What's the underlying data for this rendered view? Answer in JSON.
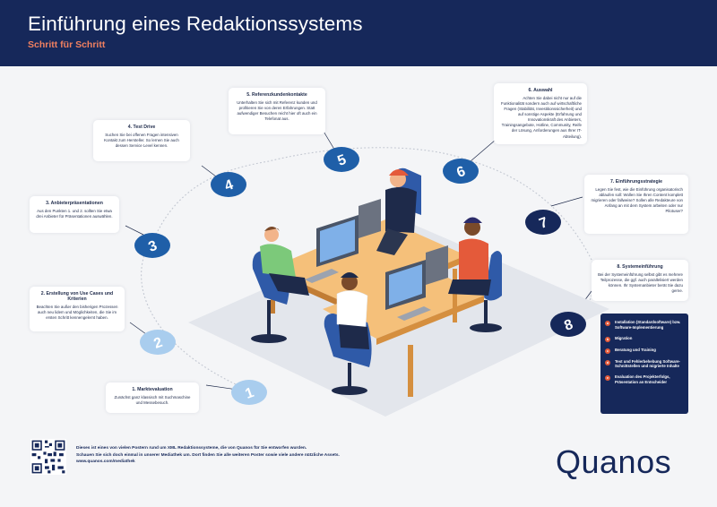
{
  "header": {
    "title": "Einführung eines Redaktionssystems",
    "subtitle": "Schritt für Schritt"
  },
  "steps": [
    {
      "number": "1",
      "title": "1. Marktevaluation",
      "text": "Zunächst ganz klassisch mit Suchmaschine und Messebesuch."
    },
    {
      "number": "2",
      "title": "2. Erstellung von Use Cases und Kriterien",
      "text": "Beachten Sie außer den bisherigen Prozessen auch neu lidem und Möglichkeiten, die Sie im ersten Schritt kennengelernt haben."
    },
    {
      "number": "3",
      "title": "3. Anbieterpräsentationen",
      "text": "Aus den Punkten 1. und 2. sollten Sie etwa drei Anbieter für Präsentationen auswählen."
    },
    {
      "number": "4",
      "title": "4. Test Drive",
      "text": "Suchen Sie bei offenen Fragen intensiven Kontakt zum Hersteller. So lernen Sie auch dessen Service Level kennen."
    },
    {
      "number": "5",
      "title": "5. Referenzkundenkontakte",
      "text": "Unterhalten Sie sich mit Referenz kunden und profitieren Sie von deren Erfahrungen. Statt aufwendiger Besuchen reicht hier oft auch ein Telefonat aus."
    },
    {
      "number": "6",
      "title": "6. Auswahl",
      "text": "Achten Sie dabei nicht nur auf die Funktionalität sondern auch auf wirtschaftliche Fragen (Stabilität, Investitionssicherheit) und auf sonstige Aspekte (Erfahrung und Innovationskraft des Anbieters, Trainingsangebote, Hotline, Community, Reife der Lösung, Anforderungen aus Ihrer IT-Abteilung)."
    },
    {
      "number": "7",
      "title": "7. Einführungsstrategie",
      "text": "Legen Sie fest, wie die Einführung organisatorisch ablaufen soll: Wollen Sie Ihren Content komplett migrieren oder fallweise? Sollen alle Redakteure von Anfang an mit dem System arbeiten oder nur Pilotuser?"
    },
    {
      "number": "8",
      "title": "8. Systemeinführung",
      "text": "Bei der Systemeinführung selbst gibt es mehrere Teilprozesse, die ggf. auch parallelisiert werden können. Ihr Systemanbieter berät Sie dazu gerne."
    }
  ],
  "substeps": [
    {
      "letter": "a",
      "text": "Installation (Standardsoftware) bzw. Software-Implementierung"
    },
    {
      "letter": "b",
      "text": "Migration"
    },
    {
      "letter": "c",
      "text": "Beratung und Training"
    },
    {
      "letter": "d",
      "text": "Test und Fehlerbehebung Software-Schnittstellen und migrierte Inhalte"
    },
    {
      "letter": "e",
      "text": "Evaluation des Projekterfolgs, Präsentation an Entscheider"
    }
  ],
  "footer": {
    "line1": "Dieses ist eines von vielen Postern rund um XML Redaktionssysteme, die von Quanos für Sie entworfen wurden.",
    "line2": "Schauen Sie sich doch einmal in unserer Mediathek um. Dort finden Sie alle weiteren Poster sowie viele andere nützliche Assets.",
    "link": "www.quanos.com/mediathek"
  },
  "logo": {
    "text": "Quanos"
  },
  "colors": {
    "navy": "#16285a",
    "blue": "#1f5fa8",
    "light_blue": "#a9cdee",
    "accent": "#e45a3a",
    "background": "#f4f5f7"
  },
  "icons": [
    "qr-code",
    "desk-scene",
    "computer-monitor",
    "office-chair",
    "person"
  ]
}
